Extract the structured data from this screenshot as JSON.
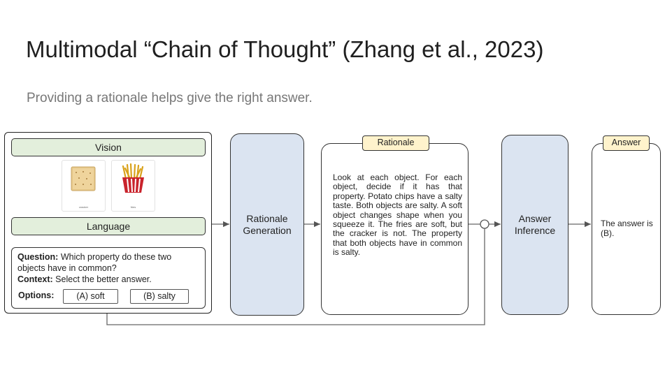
{
  "slide": {
    "title": "Multimodal “Chain of Thought” (Zhang et al., 2023)",
    "subtitle": "Providing a rationale helps give the right answer."
  },
  "input": {
    "vision_label": "Vision",
    "language_label": "Language",
    "images": [
      {
        "caption": "cracker",
        "icon": "cracker-image"
      },
      {
        "caption": "fries",
        "icon": "fries-image"
      }
    ],
    "question_label": "Question:",
    "question_text": " Which property do these two objects have in common?",
    "context_label": "Context:",
    "context_text": " Select the better answer.",
    "options_label": "Options:",
    "options": [
      "(A) soft",
      "(B) salty"
    ]
  },
  "stages": {
    "rationale_generation": "Rationale Generation",
    "answer_inference": "Answer Inference"
  },
  "rationale": {
    "label": "Rationale",
    "text": "Look at each object. For each object, decide if it has that property. Potato chips have a salty taste. Both objects are salty. A soft object changes shape when you squeeze it. The fries are soft, but the cracker is not. The property that both objects have in common is salty."
  },
  "answer": {
    "label": "Answer",
    "text": "The answer is (B)."
  },
  "colors": {
    "green_fill": "#e3efdc",
    "blue_fill": "#dbe4f1",
    "yellow_fill": "#fff3cc"
  }
}
